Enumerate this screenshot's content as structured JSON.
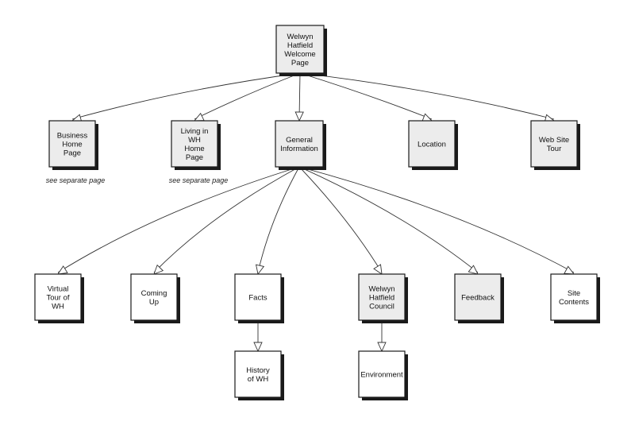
{
  "nodes": {
    "welcome": {
      "lines": [
        "Welwyn",
        "Hatfield",
        "Welcome",
        "Page"
      ],
      "fill": "#ececec"
    },
    "business": {
      "lines": [
        "Business",
        "Home",
        "Page"
      ],
      "fill": "#ececec"
    },
    "living": {
      "lines": [
        "Living in",
        "WH",
        "Home",
        "Page"
      ],
      "fill": "#ececec"
    },
    "general": {
      "lines": [
        "General",
        "Information"
      ],
      "fill": "#ececec"
    },
    "location": {
      "lines": [
        "Location"
      ],
      "fill": "#ececec"
    },
    "tour": {
      "lines": [
        "Web Site",
        "Tour"
      ],
      "fill": "#ececec"
    },
    "virtual": {
      "lines": [
        "Virtual",
        "Tour of",
        "WH"
      ],
      "fill": "#ffffff"
    },
    "coming": {
      "lines": [
        "Coming",
        "Up"
      ],
      "fill": "#ffffff"
    },
    "facts": {
      "lines": [
        "Facts"
      ],
      "fill": "#ffffff"
    },
    "council": {
      "lines": [
        "Welwyn",
        "Hatfield",
        "Council"
      ],
      "fill": "#ececec"
    },
    "feedback": {
      "lines": [
        "Feedback"
      ],
      "fill": "#ececec"
    },
    "contents": {
      "lines": [
        "Site",
        "Contents"
      ],
      "fill": "#ffffff"
    },
    "history": {
      "lines": [
        "History",
        "of WH"
      ],
      "fill": "#ffffff"
    },
    "environment": {
      "lines": [
        "Environment"
      ],
      "fill": "#ffffff"
    }
  },
  "notes": {
    "business": "see separate page",
    "living": "see separate page"
  },
  "edges": [
    [
      "welcome",
      "business"
    ],
    [
      "welcome",
      "living"
    ],
    [
      "welcome",
      "general"
    ],
    [
      "welcome",
      "location"
    ],
    [
      "welcome",
      "tour"
    ],
    [
      "general",
      "virtual"
    ],
    [
      "general",
      "coming"
    ],
    [
      "general",
      "facts"
    ],
    [
      "general",
      "council"
    ],
    [
      "general",
      "feedback"
    ],
    [
      "general",
      "contents"
    ],
    [
      "facts",
      "history"
    ],
    [
      "council",
      "environment"
    ]
  ]
}
